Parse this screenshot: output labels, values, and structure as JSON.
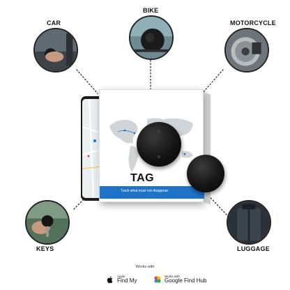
{
  "uses": {
    "car": "CAR",
    "bike": "BIKE",
    "motorcycle": "MOTORCYCLE",
    "keys": "KEYS",
    "luggage": "LUGGAGE"
  },
  "box": {
    "title": "TAG",
    "tagline": "Track what must not disappear"
  },
  "footer": {
    "works_with": "Works with",
    "apple_small": "Apple",
    "apple_big": "Find My",
    "google_small": "Works with",
    "google_big": "Google Find Hub"
  },
  "colors": {
    "stripe": "#1e73c8",
    "tag": "#111111"
  }
}
